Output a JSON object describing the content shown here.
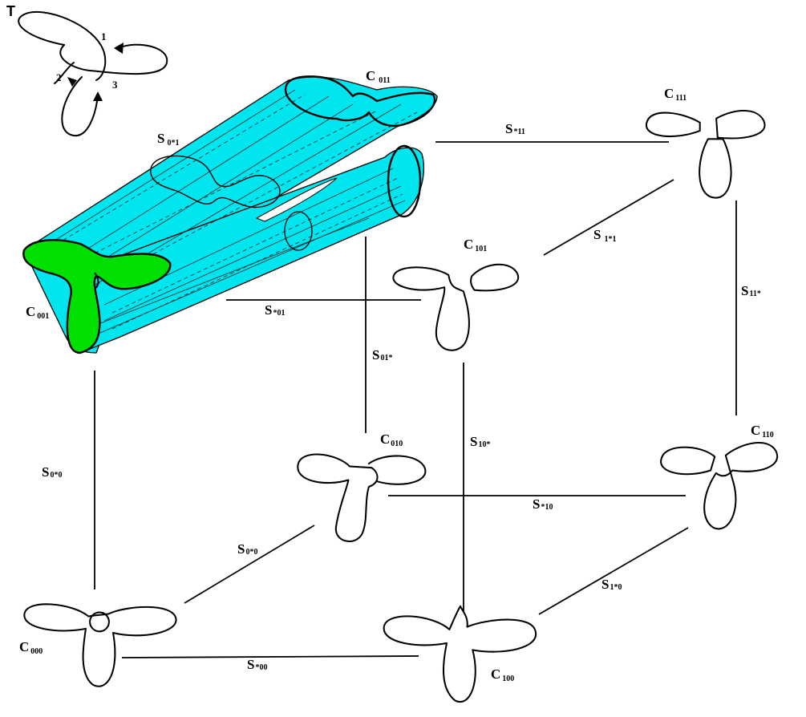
{
  "corner_mark": "T",
  "knot_labels": [
    "1",
    "2",
    "3"
  ],
  "nodes": [
    {
      "id": "c000",
      "main": "C",
      "sub": "000"
    },
    {
      "id": "c001",
      "main": "C",
      "sub": "001"
    },
    {
      "id": "c010",
      "main": "C",
      "sub": "010"
    },
    {
      "id": "c011",
      "main": "C",
      "sub": "011"
    },
    {
      "id": "c100",
      "main": "C",
      "sub": "100"
    },
    {
      "id": "c101",
      "main": "C",
      "sub": "101"
    },
    {
      "id": "c110",
      "main": "C",
      "sub": "110"
    },
    {
      "id": "c111",
      "main": "C",
      "sub": "111"
    }
  ],
  "edges": [
    {
      "id": "s0s0-left",
      "main": "S",
      "sub": "0*0"
    },
    {
      "id": "s0s0-front",
      "main": "S",
      "sub": "0*0"
    },
    {
      "id": "s00",
      "main": "S",
      "sub": "*00"
    },
    {
      "id": "s1s0",
      "main": "S",
      "sub": "1*0"
    },
    {
      "id": "s10",
      "main": "S",
      "sub": "*10"
    },
    {
      "id": "s10s",
      "main": "S",
      "sub": "10*"
    },
    {
      "id": "s01s",
      "main": "S",
      "sub": "01*"
    },
    {
      "id": "s01",
      "main": "S",
      "sub": "*01"
    },
    {
      "id": "s0s1",
      "main": "S",
      "sub": "0*1"
    },
    {
      "id": "s11",
      "main": "S",
      "sub": "*11"
    },
    {
      "id": "s1s1",
      "main": "S",
      "sub": "1*1"
    },
    {
      "id": "s11s",
      "main": "S",
      "sub": "11*"
    }
  ],
  "colors": {
    "tube": "#00e5ee",
    "cap": "#00e000",
    "ink": "#000000"
  }
}
